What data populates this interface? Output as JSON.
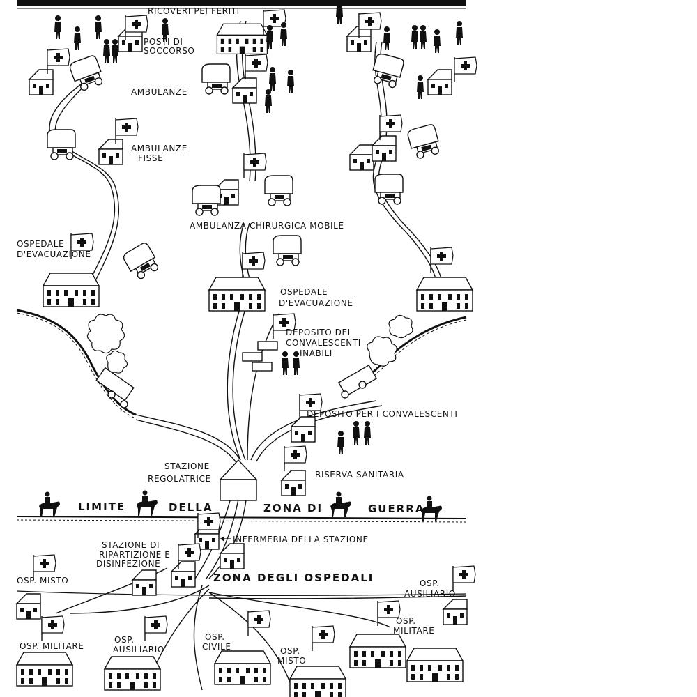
{
  "labels": {
    "ricoveri": "RICOVERI PEI FERITI",
    "posti_1": "POSTI DI",
    "posti_2": "SOCCORSO",
    "ambulanze": "AMBULANZE",
    "ambulanze_fisse_1": "AMBULANZE",
    "ambulanze_fisse_2": "FISSE",
    "ambulanza_chirurgica": "AMBULANZA CHIRURGICA MOBILE",
    "osp_evac_left_1": "OSPEDALE",
    "osp_evac_left_2": "D'EVACUAZIONE",
    "osp_evac_center_1": "OSPEDALE",
    "osp_evac_center_2": "D'EVACUAZIONE",
    "deposito_dei_1": "DEPOSITO DEI",
    "deposito_dei_2": "CONVALESCENTI",
    "deposito_dei_3": "INABILI",
    "deposito_per": "DEPOSITO PER I CONVALESCENTI",
    "stazione_reg_1": "STAZIONE",
    "stazione_reg_2": "REGOLATRICE",
    "riserva": "RISERVA SANITARIA",
    "limite": "LIMITE",
    "della": "DELLA",
    "zona_di": "ZONA  DI",
    "guerra": "GUERRA",
    "infermeria": "INFERMERIA DELLA STAZIONE",
    "ripartizione_1": "STAZIONE DI",
    "ripartizione_2": "RIPARTIZIONE E",
    "ripartizione_3": "DISINFEZIONE",
    "zona_ospedali": "ZONA DEGLI OSPEDALI",
    "osp_misto_left": "OSP. MISTO",
    "osp_militare_left": "OSP. MILITARE",
    "osp_ausiliario_left_1": "OSP.",
    "osp_ausiliario_left_2": "AUSILIARIO",
    "osp_civile_1": "OSP.",
    "osp_civile_2": "CIVILE",
    "osp_misto_center_1": "OSP.",
    "osp_misto_center_2": "MISTO",
    "osp_militare_right_1": "OSP.",
    "osp_militare_right_2": "MILITARE",
    "osp_ausiliario_right_1": "OSP.",
    "osp_ausiliario_right_2": "AUSILIARIO"
  }
}
